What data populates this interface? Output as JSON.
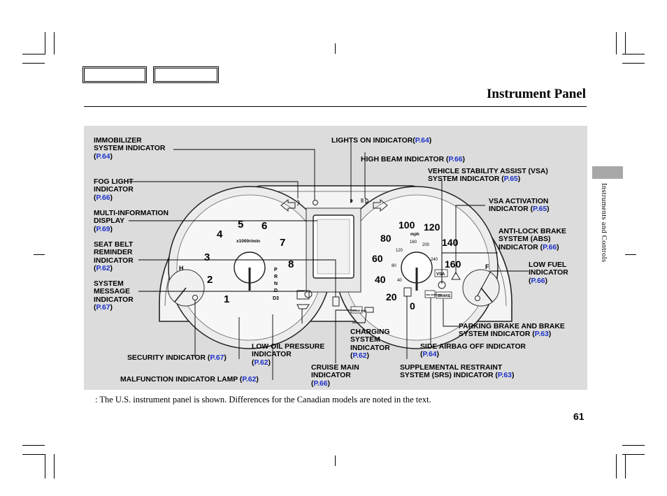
{
  "header": {
    "title": "Instrument Panel"
  },
  "side_tab": {
    "label": "Instruments and Controls"
  },
  "figure": {
    "tachometer": {
      "unit": "x1000r/min",
      "numbers": [
        "1",
        "2",
        "3",
        "4",
        "5",
        "6",
        "7",
        "8"
      ]
    },
    "speedometer": {
      "mph": [
        "20",
        "40",
        "60",
        "80",
        "100",
        "120",
        "140",
        "160"
      ],
      "kmh": [
        "40",
        "80",
        "120",
        "160",
        "200",
        "240"
      ],
      "unit": "mph",
      "zero": "0"
    },
    "gear_letters": [
      "P",
      "R",
      "N",
      "D",
      "D3"
    ],
    "fuel_gauge": {
      "full": "F"
    },
    "temp_gauge": {
      "hot": "H"
    },
    "warning_text": {
      "vsa": "VSA",
      "brake": "BRAKE",
      "cruise": "CRUISE MAIN",
      "srs_off": "SIDE AIRBAG OFF"
    },
    "labels": {
      "immobilizer": {
        "line1": "IMMOBILIZER",
        "line2": "SYSTEM INDICATOR",
        "ref": "P.64"
      },
      "fog_light": {
        "line1": "FOG LIGHT",
        "line2": "INDICATOR",
        "ref": "P.66"
      },
      "multi_info": {
        "line1": "MULTI-INFORMATION",
        "line2": "DISPLAY",
        "ref": "P.69"
      },
      "seat_belt": {
        "line1": "SEAT BELT",
        "line2": "REMINDER",
        "line3": "INDICATOR",
        "ref": "P.62"
      },
      "system_message": {
        "line1": "SYSTEM",
        "line2": "MESSAGE",
        "line3": "INDICATOR",
        "ref": "P.67"
      },
      "security": {
        "line1": "SECURITY INDICATOR",
        "ref": "P.67"
      },
      "malfunction": {
        "line1": "MALFUNCTION INDICATOR LAMP",
        "ref": "P.62"
      },
      "low_oil": {
        "line1": "LOW OIL PRESSURE",
        "line2": "INDICATOR",
        "ref": "P.62"
      },
      "cruise_main": {
        "line1": "CRUISE MAIN",
        "line2": "INDICATOR",
        "ref": "P.66"
      },
      "charging": {
        "line1": "CHARGING",
        "line2": "SYSTEM",
        "line3": "INDICATOR",
        "ref": "P.62"
      },
      "lights_on": {
        "line1": "LIGHTS ON INDICATOR",
        "ref": "P.64"
      },
      "high_beam": {
        "line1": "HIGH BEAM INDICATOR",
        "ref": "P.66"
      },
      "vsa": {
        "line1": "VEHICLE STABILITY ASSIST (VSA)",
        "line2": "SYSTEM INDICATOR",
        "ref": "P.65"
      },
      "vsa_activation": {
        "line1": "VSA ACTIVATION",
        "line2": "INDICATOR",
        "ref": "P.65"
      },
      "abs": {
        "line1": "ANTI-LOCK BRAKE",
        "line2": "SYSTEM (ABS)",
        "line3": "INDICATOR",
        "ref": "P.66"
      },
      "low_fuel": {
        "line1": "LOW FUEL",
        "line2": "INDICATOR",
        "ref": "P.66"
      },
      "parking_brake": {
        "line1": "PARKING BRAKE AND BRAKE",
        "line2": "SYSTEM INDICATOR",
        "ref": "P.63"
      },
      "side_airbag": {
        "line1": "SIDE AIRBAG OFF INDICATOR",
        "ref": "P.64"
      },
      "srs": {
        "line1": "SUPPLEMENTAL RESTRAINT",
        "line2": "SYSTEM (SRS) INDICATOR",
        "ref": "P.63"
      }
    }
  },
  "caption": {
    "text": ":  The U.S. instrument panel is shown. Differences for the Canadian models are noted in the text."
  },
  "page_number": "61",
  "colors": {
    "figure_bg": "#dcdcdc",
    "reference_blue": "#1a30c8",
    "side_tab_gray": "#a8a8a8"
  }
}
